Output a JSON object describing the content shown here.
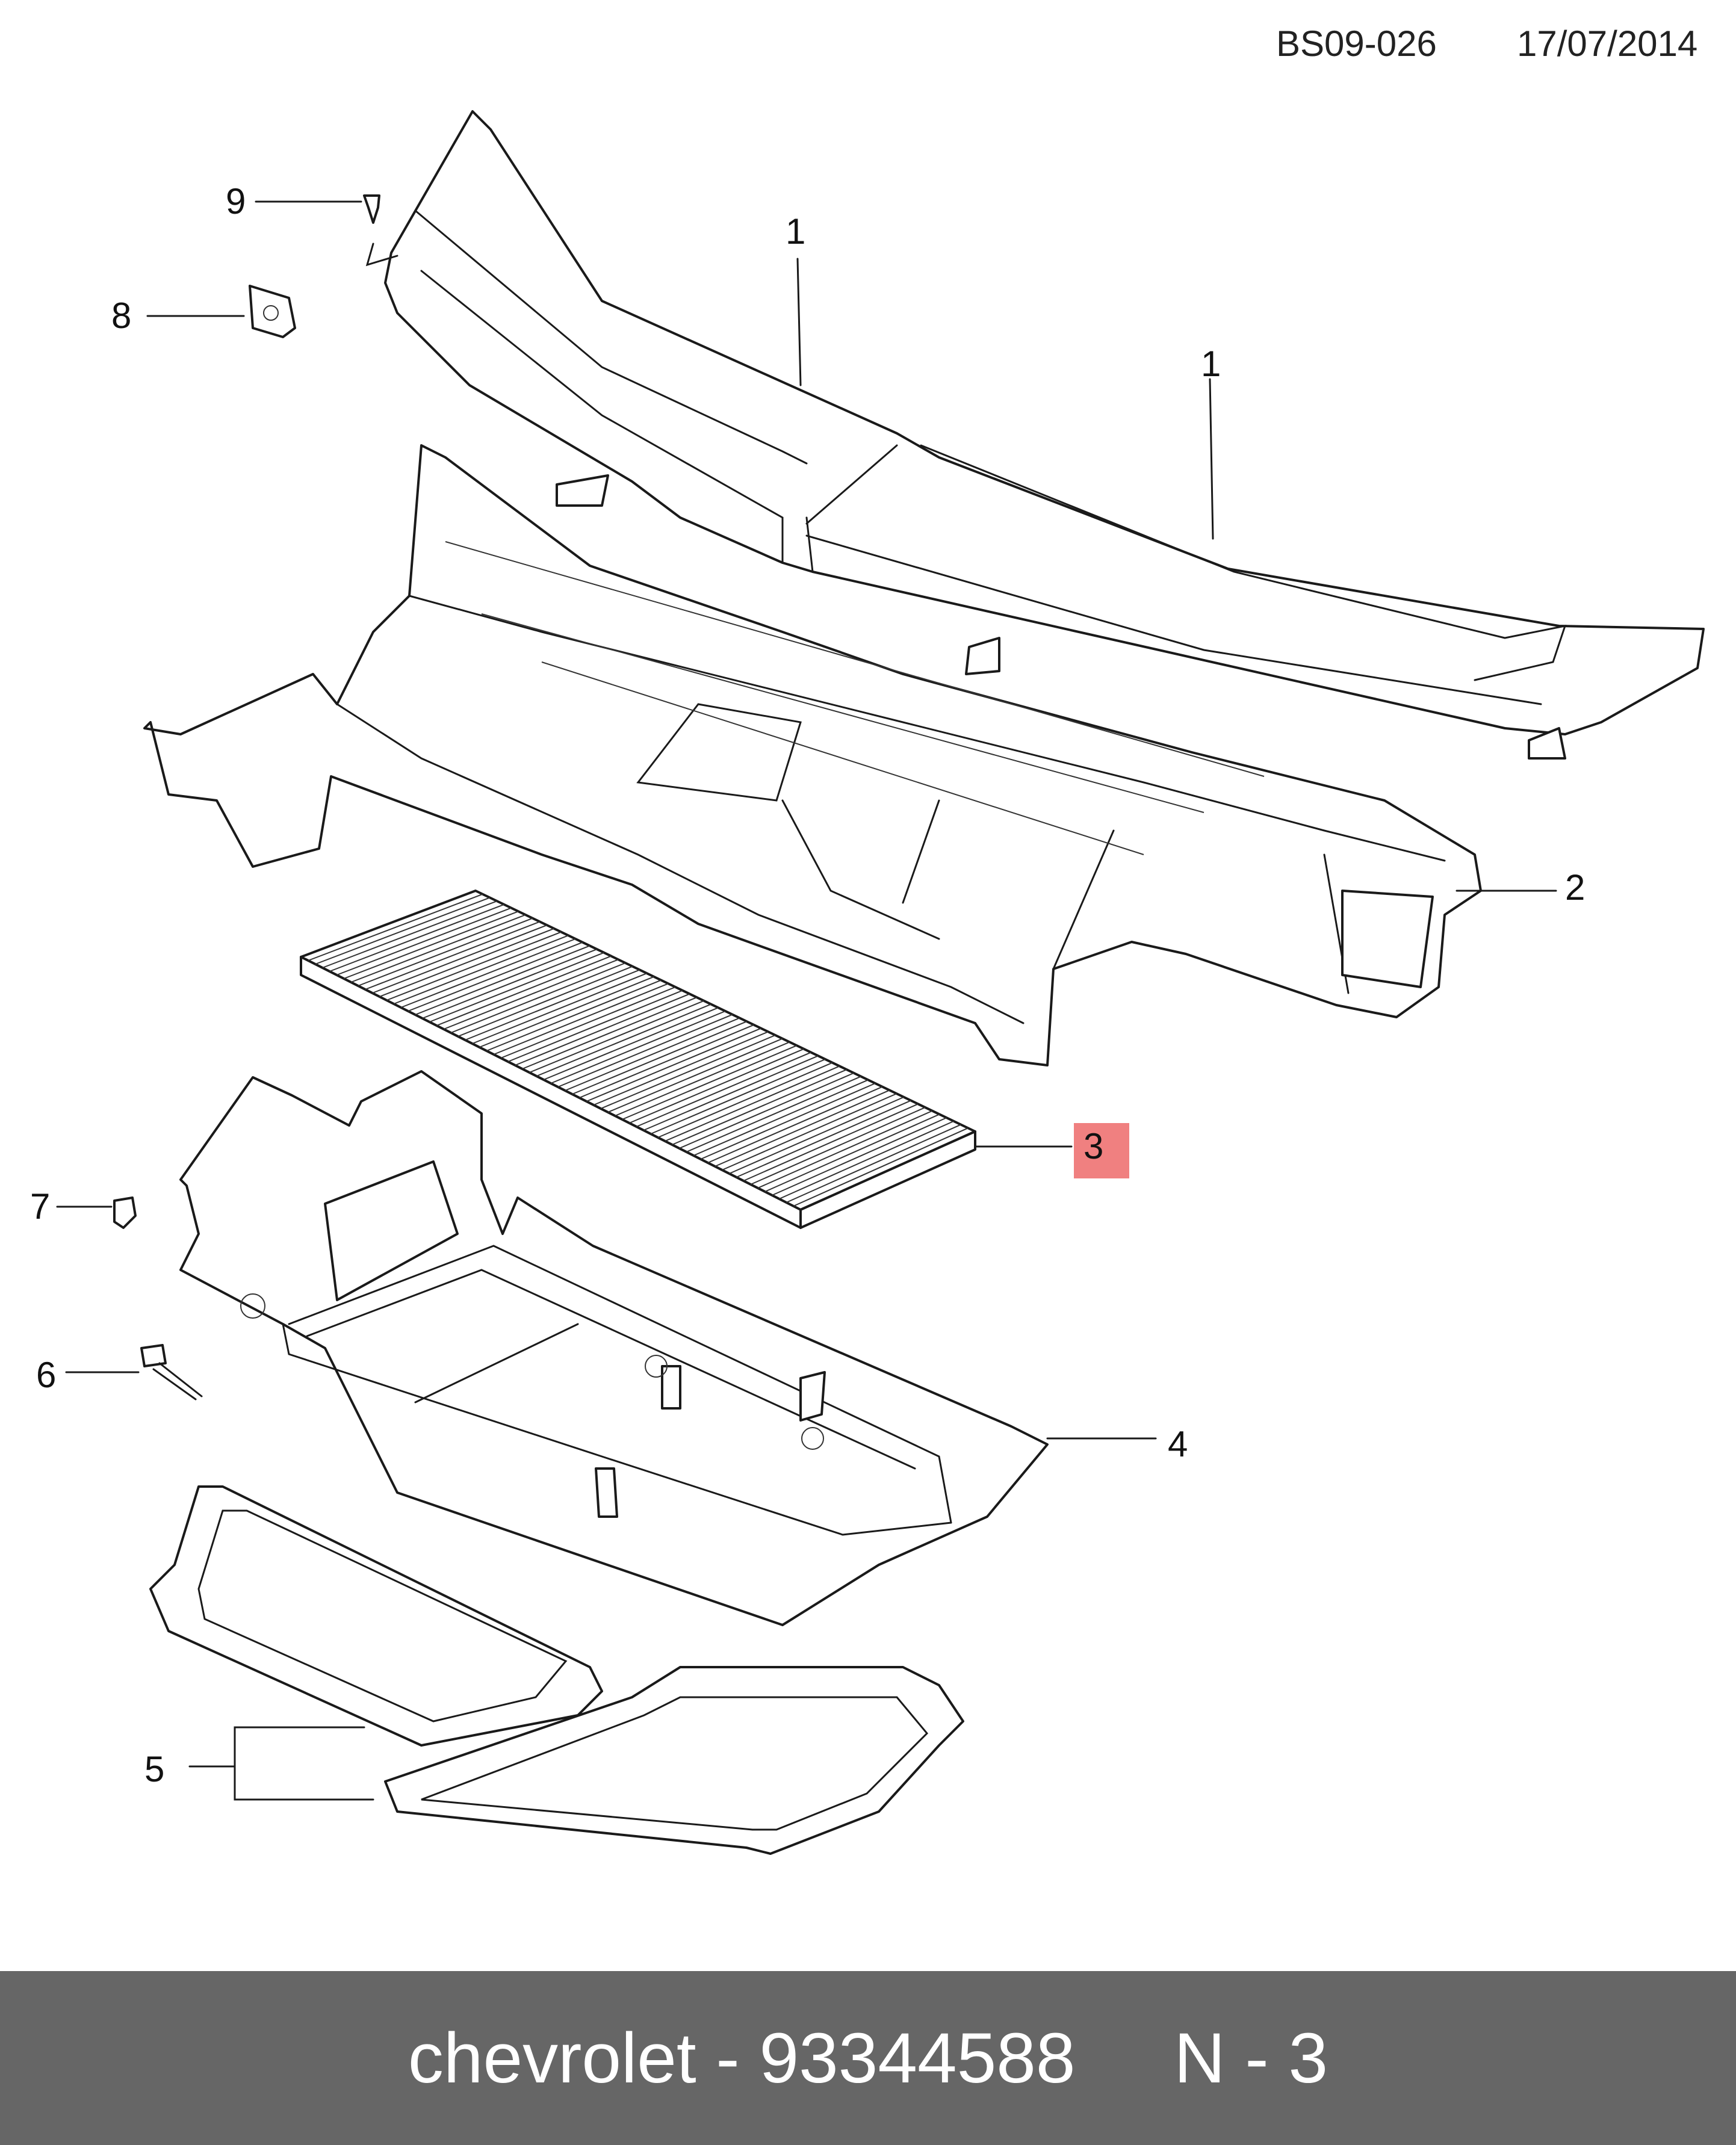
{
  "header": {
    "code": "BS09-026",
    "date": "17/07/2014"
  },
  "callouts": {
    "c1a": "1",
    "c1b": "1",
    "c2": "2",
    "c3": "3",
    "c4": "4",
    "c5": "5",
    "c6": "6",
    "c7": "7",
    "c8": "8",
    "c9": "9"
  },
  "highlight": {
    "label": "3",
    "color": "#F08080"
  },
  "footer": {
    "brand": "chevrolet",
    "part_number": "93344588",
    "position": "N - 3",
    "text": "chevrolet - 93344588     N - 3"
  },
  "colors": {
    "footer_bg": "#666666",
    "line": "#1a1a1a"
  }
}
